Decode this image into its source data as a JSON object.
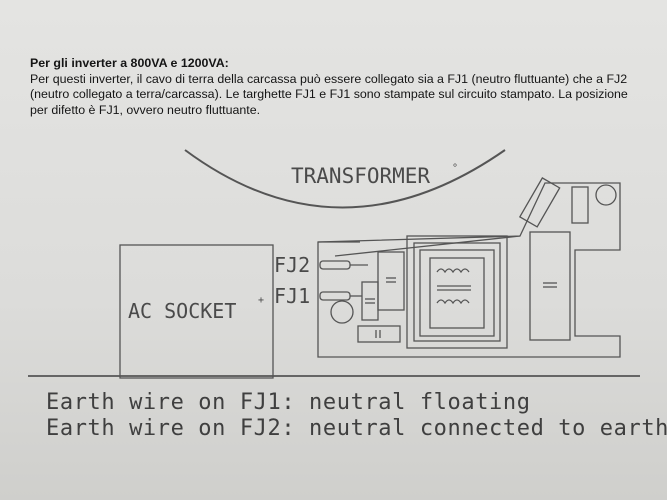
{
  "document": {
    "heading": "Per gli inverter a 800VA e 1200VA:",
    "paragraph": "Per questi inverter, il cavo di terra della carcassa può essere collegato sia a FJ1 (neutro fluttuante) che a FJ2 (neutro collegato a terra/carcassa). Le targhette FJ1 e FJ1 sono stampate sul circuito stampato. La posizione per difetto è FJ1, ovvero neutro fluttuante."
  },
  "diagram": {
    "transformer_label": "TRANSFORMER",
    "transformer_mark": "°",
    "socket_label": "AC SOCKET",
    "socket_mark": "+",
    "fj2_label": "FJ2",
    "fj1_label": "FJ1"
  },
  "captions": {
    "line1": "Earth wire on FJ1: neutral floating",
    "line2": "Earth wire on FJ2: neutral connected to earth"
  }
}
